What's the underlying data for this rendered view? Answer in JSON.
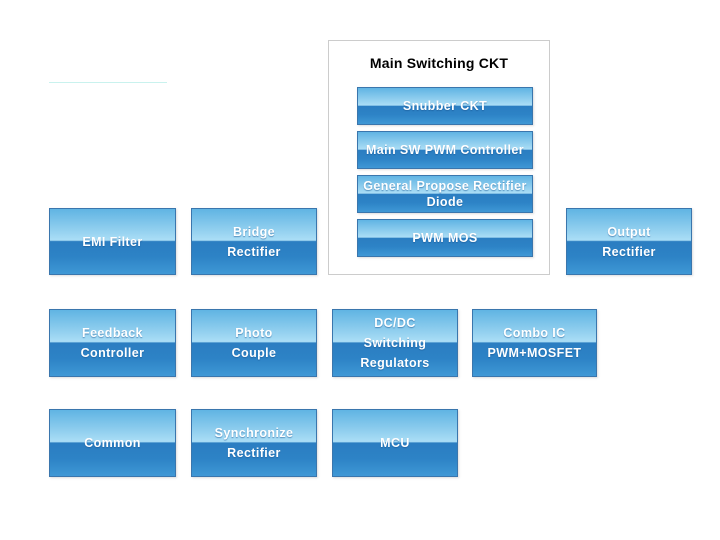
{
  "colors": {
    "background": "#ffffff",
    "container_border": "#cccccc",
    "button_border": "#3a76ad",
    "button_gradient_top": "#60b4e3",
    "button_gradient_light": "#abdef6",
    "button_gradient_dark": "#2b7dc1",
    "button_gradient_bottom": "#3f98d5",
    "button_text": "#ffffff",
    "title_text": "#000000",
    "faint_divider": "#c9f2ee"
  },
  "main_box": {
    "title": "Main Switching CKT",
    "buttons": [
      {
        "label": "Snubber CKT"
      },
      {
        "label": "Main SW PWM Controller"
      },
      {
        "label": "General Propose Rectifier\nDiode"
      },
      {
        "label": "PWM MOS"
      }
    ]
  },
  "blocks": {
    "emi_filter": {
      "label": "EMI Filter"
    },
    "bridge_rectifier": {
      "label": "Bridge\nRectifier"
    },
    "output_rectifier": {
      "label": "Output\nRectifier"
    },
    "feedback_controller": {
      "label": "Feedback\nController"
    },
    "photo_couple": {
      "label": "Photo\nCouple"
    },
    "dcdc_switching_regulators": {
      "label": "DC/DC\nSwitching\nRegulators"
    },
    "combo_ic_pwm_mosfet": {
      "label": "Combo IC\nPWM+MOSFET"
    },
    "common": {
      "label": "Common"
    },
    "synchronize_rectifier": {
      "label": "Synchronize\nRectifier"
    },
    "mcu": {
      "label": "MCU"
    }
  }
}
